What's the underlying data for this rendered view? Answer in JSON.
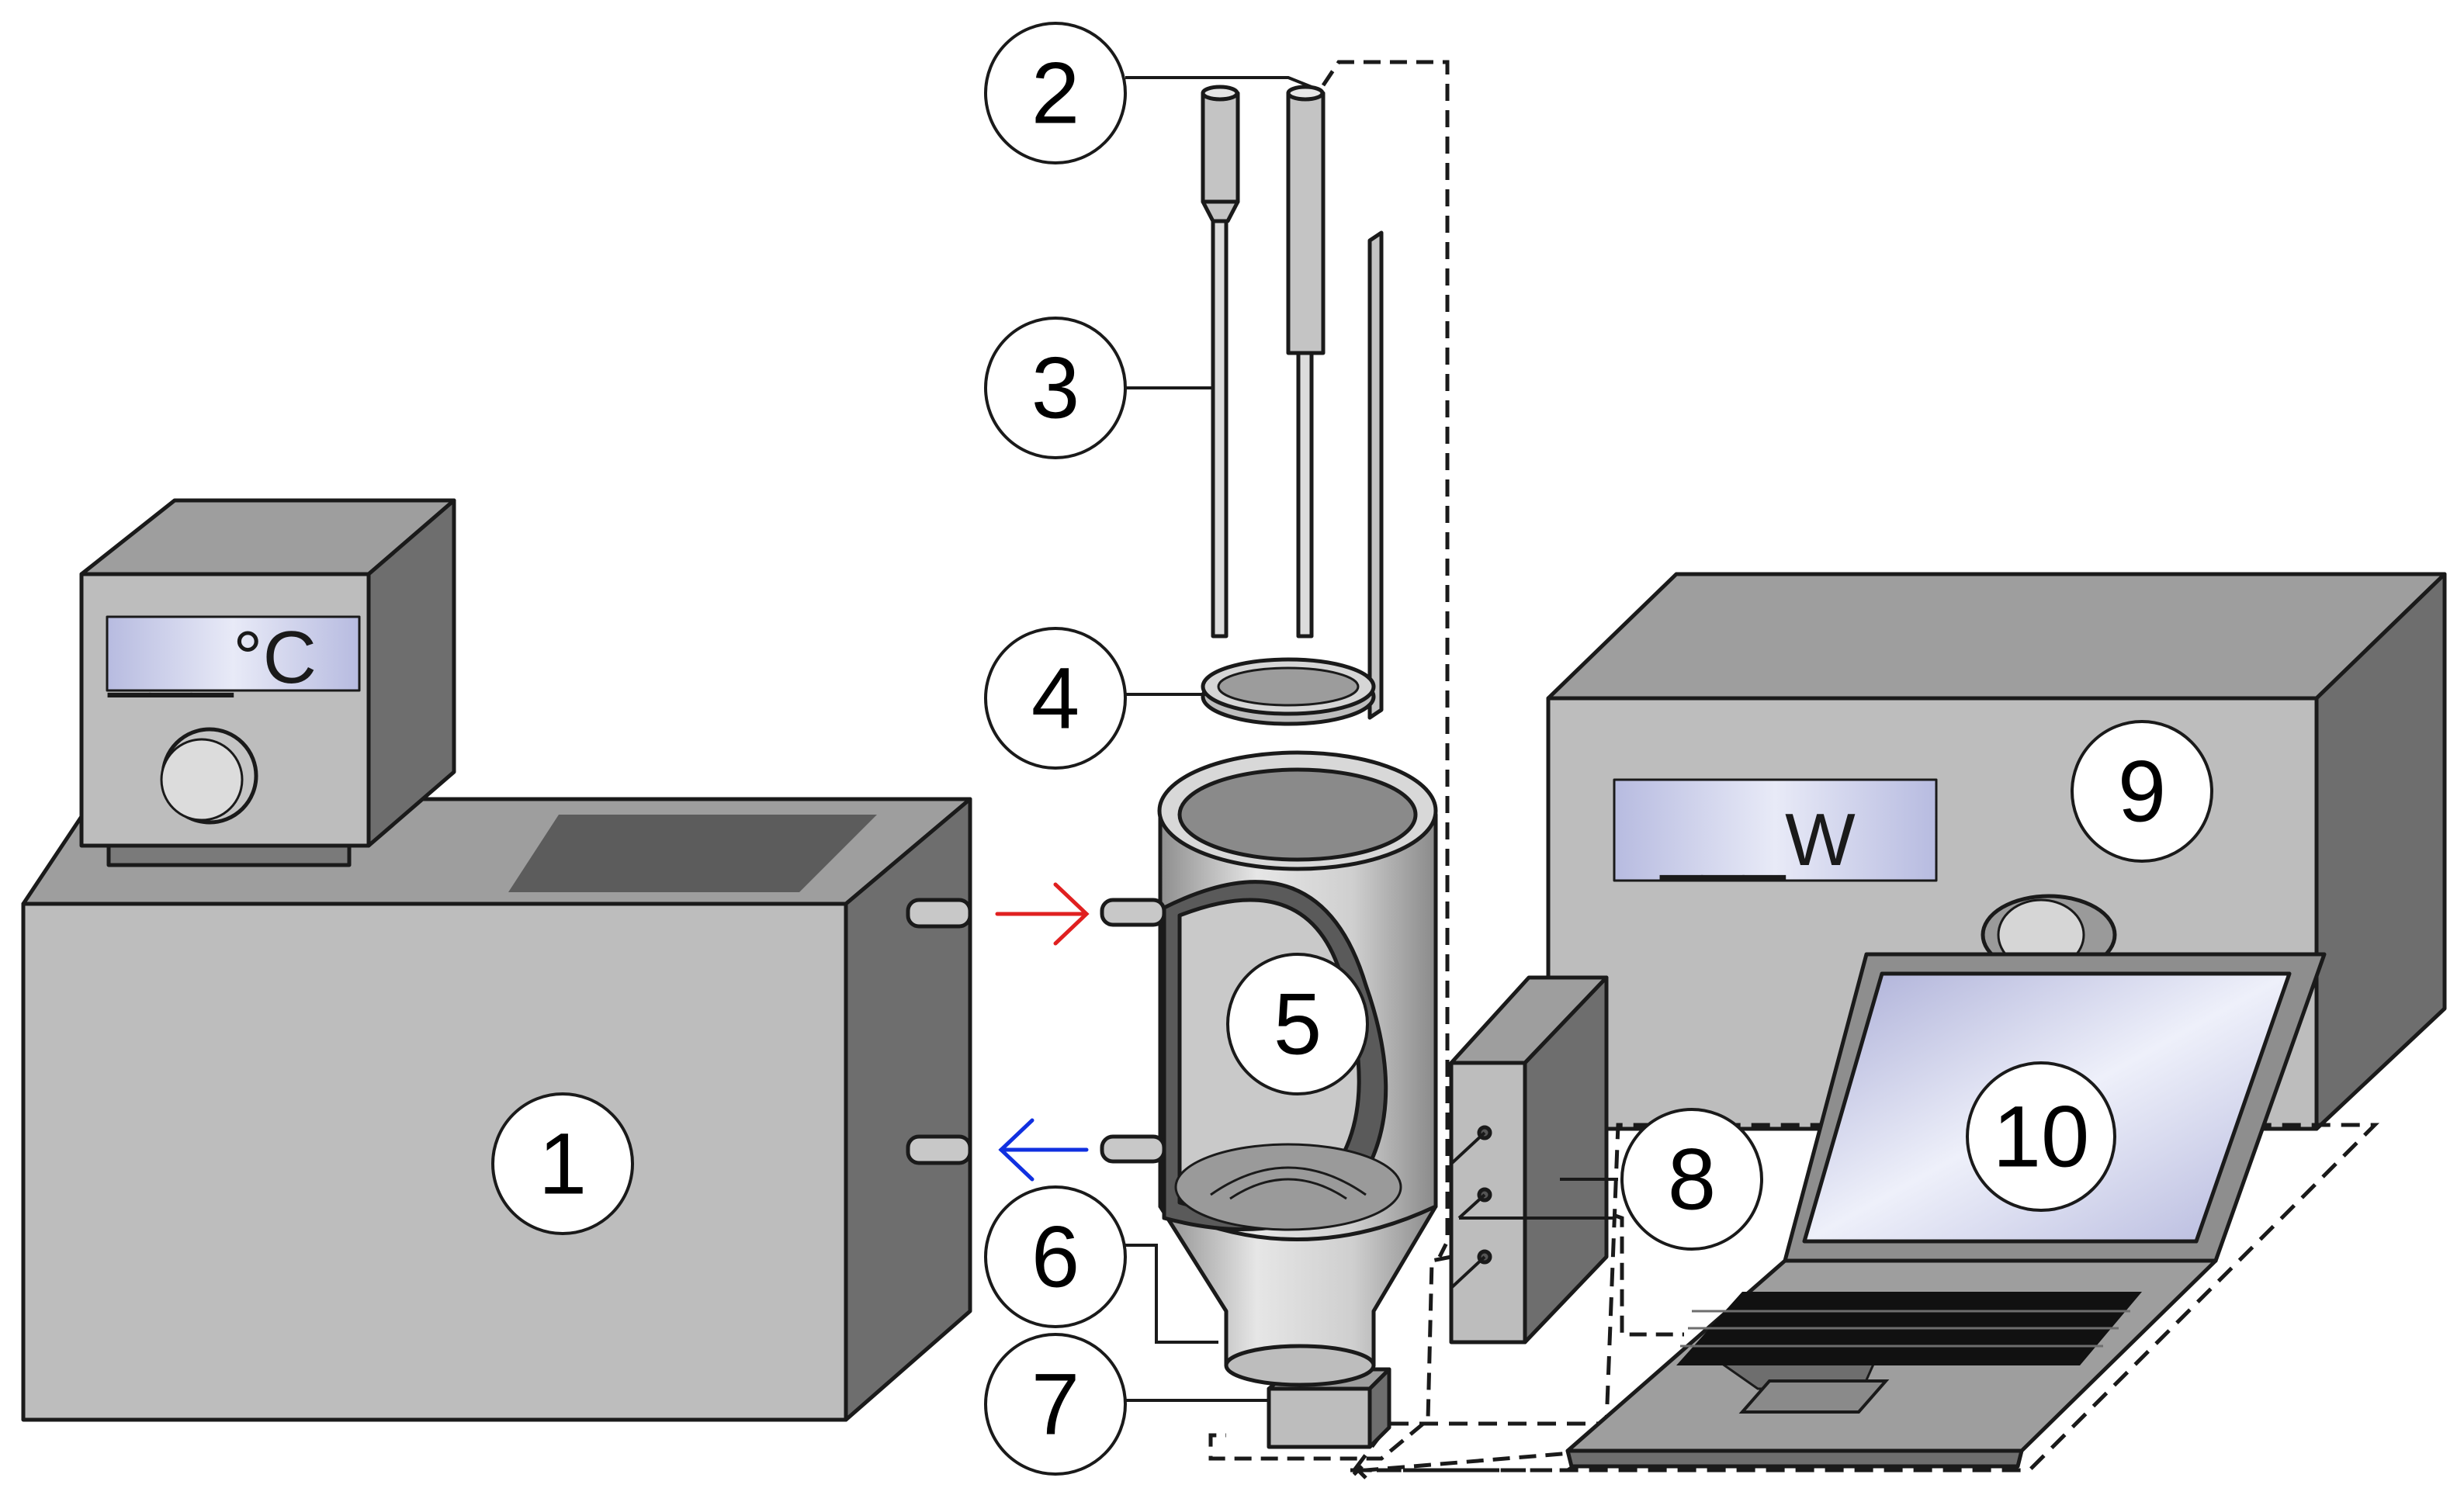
{
  "colors": {
    "body_front": "#bdbdbd",
    "body_top": "#9e9e9e",
    "body_side": "#6e6e6e",
    "panel_dark": "#5c5c5c",
    "display_fill": "#c9cce6",
    "outline": "#1a1a1a",
    "arrow_in": "#e02020",
    "arrow_out": "#1030e0"
  },
  "callouts": [
    "1",
    "2",
    "3",
    "4",
    "5",
    "6",
    "7",
    "8",
    "9",
    "10"
  ],
  "displays": {
    "thermostat": "___°C",
    "power_meter": "___W"
  },
  "icons": {
    "arrow_in": "arrow-right-icon",
    "arrow_out": "arrow-left-icon"
  }
}
